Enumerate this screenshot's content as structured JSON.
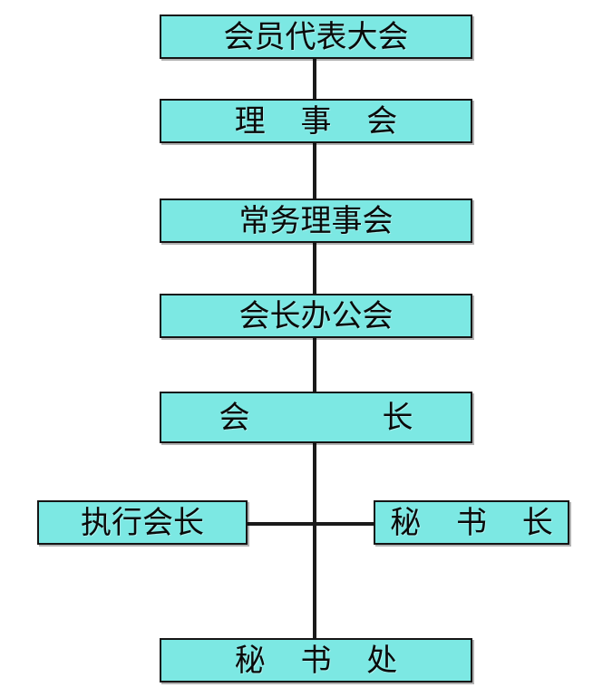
{
  "diagram": {
    "type": "organization-chart",
    "title": "",
    "colors": {
      "node_fill": "#7CE8E3",
      "node_border": "#151515",
      "connector": "#1a1a1a",
      "text": "#0a0a0a",
      "background": "#ffffff"
    },
    "nodes": [
      {
        "id": "members-congress",
        "label": "会员代表大会",
        "level": 1
      },
      {
        "id": "council",
        "label": "理 事 会",
        "level": 2
      },
      {
        "id": "standing-council",
        "label": "常务理事会",
        "level": 3
      },
      {
        "id": "president-office",
        "label": "会长办公会",
        "level": 4
      },
      {
        "id": "president",
        "label": "会　长",
        "level": 5
      },
      {
        "id": "executive-president",
        "label": "执行会长",
        "level": 6
      },
      {
        "id": "secretary-general",
        "label": "秘 书 长",
        "level": 6
      },
      {
        "id": "secretariat",
        "label": "秘 书 处",
        "level": 7
      }
    ],
    "edges": [
      {
        "from": "members-congress",
        "to": "council"
      },
      {
        "from": "council",
        "to": "standing-council"
      },
      {
        "from": "standing-council",
        "to": "president-office"
      },
      {
        "from": "president-office",
        "to": "president"
      },
      {
        "from": "president",
        "to": "executive-president"
      },
      {
        "from": "president",
        "to": "secretary-general"
      },
      {
        "from": "president",
        "to": "secretariat"
      }
    ]
  }
}
